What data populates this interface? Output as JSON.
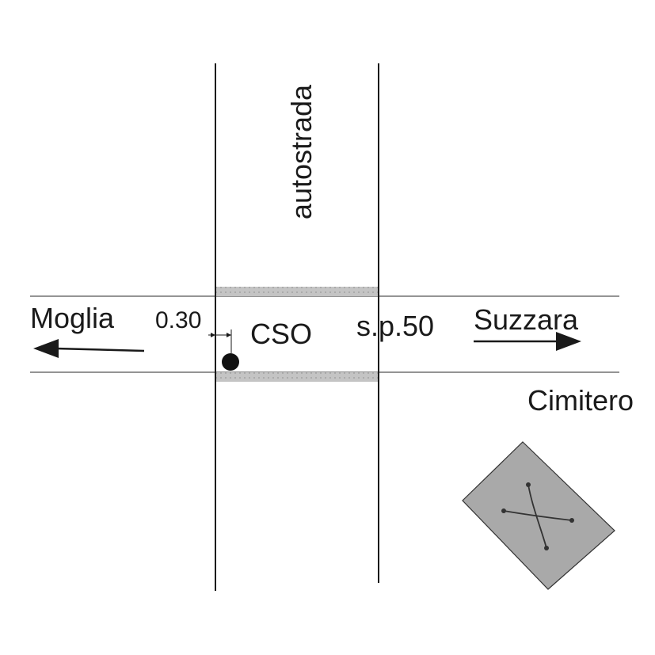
{
  "labels": {
    "highway": "autostrada",
    "left_direction": "Moglia",
    "right_direction": "Suzzara",
    "distance": "0.30",
    "station_code": "CSO",
    "road_code": "s.p.50",
    "landmark": "Cimitero"
  },
  "colors": {
    "line": "#1a1a1a",
    "road_edge": "#555555",
    "crossing_band": "#b8b8b8",
    "cemetery_fill": "#a9a9a9",
    "point": "#111111"
  },
  "icons": {
    "cemetery": "cemetery-cross-icon",
    "station": "station-point-icon",
    "left_arrow": "arrow-left-icon",
    "right_arrow": "arrow-right-icon"
  }
}
